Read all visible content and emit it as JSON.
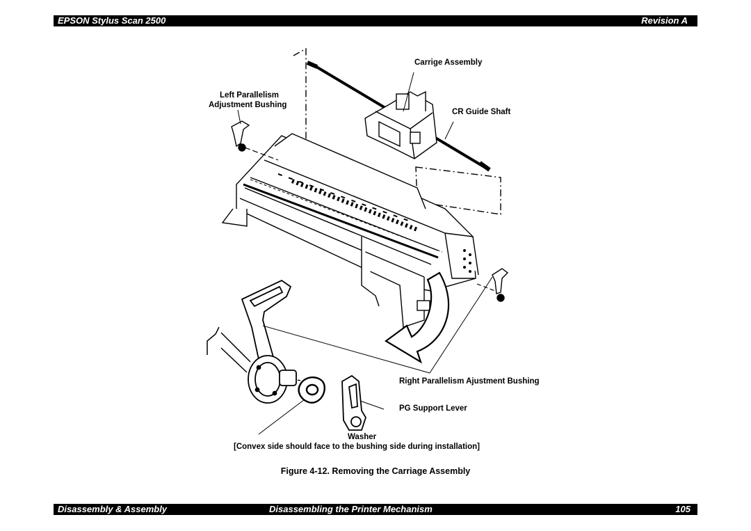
{
  "header": {
    "left": "EPSON Stylus Scan 2500",
    "right": "Revision A"
  },
  "figure": {
    "labels": {
      "carriage_assembly": "Carrige Assembly",
      "left_bushing_line1": "Left Parallelism",
      "left_bushing_line2": "Adjustment Bushing",
      "cr_guide_shaft": "CR Guide Shaft",
      "right_bushing": "Right Parallelism Ajustment Bushing",
      "pg_support_lever": "PG Support Lever",
      "washer": "Washer",
      "washer_note": "[Convex side should face to the bushing side during installation]"
    },
    "caption": "Figure 4-12.  Removing the Carriage Assembly"
  },
  "footer": {
    "left": "Disassembly & Assembly",
    "center": "Disassembling the Printer Mechanism",
    "page": "105"
  }
}
